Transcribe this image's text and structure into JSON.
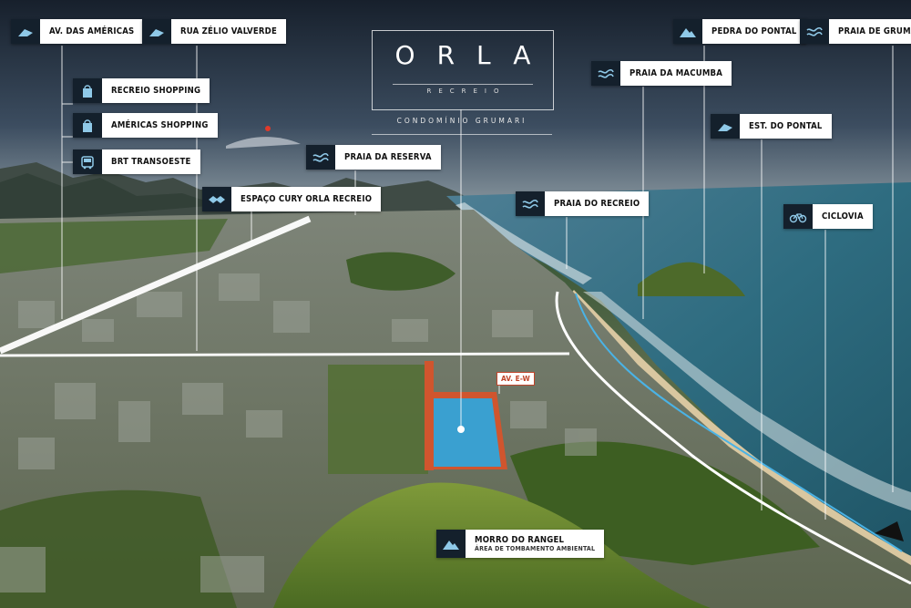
{
  "title": {
    "main": "ORLA",
    "sub": "RECREIO",
    "condo": "CONDOMÍNIO GRUMARI"
  },
  "street_label": "AV. E-W",
  "colors": {
    "icon_bg": "#14202c",
    "plot_fill": "#3aa0d0",
    "plot_border": "#d0552e",
    "route_line": "#ffffff",
    "bike_path": "#4ab3e6"
  },
  "labels": {
    "av_americas": "AV. DAS AMÉRICAS",
    "rua_zelio": "RUA ZÉLIO VALVERDE",
    "recreio_shopping": "RECREIO SHOPPING",
    "americas_shopping": "AMÉRICAS SHOPPING",
    "brt": "BRT TRANSOESTE",
    "espaco_cury": "ESPAÇO CURY ORLA RECREIO",
    "praia_reserva": "PRAIA DA RESERVA",
    "praia_recreio": "PRAIA DO RECREIO",
    "praia_macumba": "PRAIA DA MACUMBA",
    "pedra_pontal": "PEDRA DO PONTAL",
    "est_pontal": "EST. DO PONTAL",
    "praia_grumari": "PRAIA DE GRUMARI",
    "ciclovia": "CICLOVIA",
    "morro_rangel": "MORRO DO RANGEL",
    "morro_rangel_sub": "ÁREA DE TOMBAMENTO AMBIENTAL"
  },
  "icons": {
    "av_americas": "road-icon",
    "rua_zelio": "road-icon",
    "recreio_shopping": "shopping-bag-icon",
    "americas_shopping": "shopping-bag-icon",
    "brt": "bus-icon",
    "espaco_cury": "handshake-icon",
    "praia_reserva": "wave-icon",
    "praia_recreio": "wave-icon",
    "praia_macumba": "wave-icon",
    "pedra_pontal": "mountain-icon",
    "est_pontal": "road-icon",
    "praia_grumari": "wave-icon",
    "ciclovia": "bicycle-icon",
    "morro_rangel": "mountain-icon"
  }
}
